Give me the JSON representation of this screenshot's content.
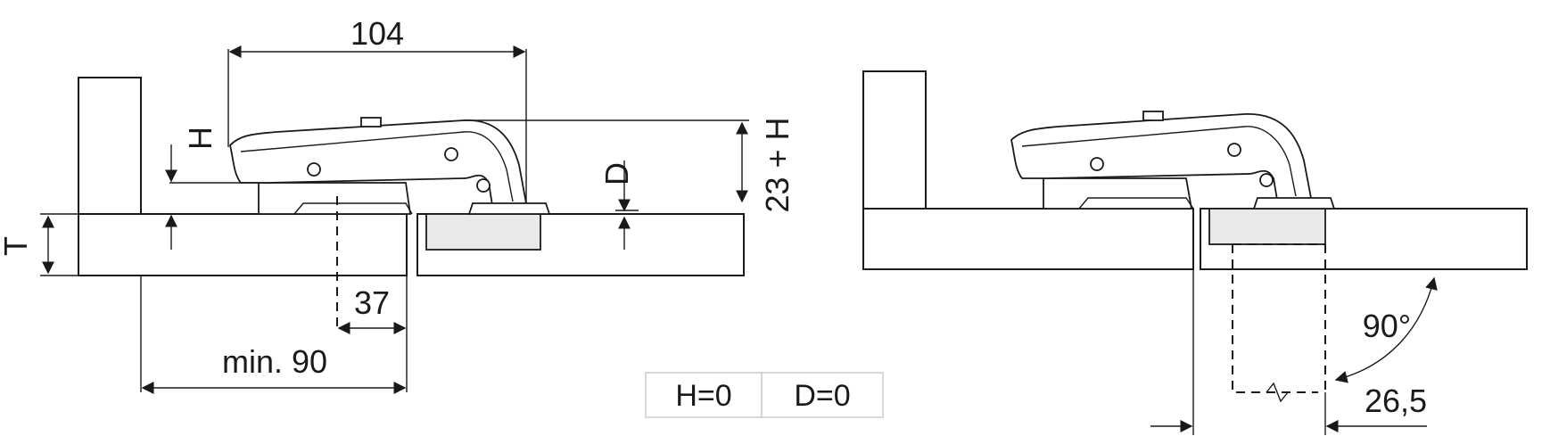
{
  "left_view": {
    "dimension_top": "104",
    "dimension_h": "H",
    "dimension_t": "T",
    "dimension_d": "D",
    "dimension_right": "23 + H",
    "dimension_offset": "37",
    "dimension_bottom": "min. 90"
  },
  "right_view": {
    "angle": "90°",
    "dimension_bottom": "26,5"
  },
  "legend": {
    "cells": [
      "H=0",
      "D=0"
    ]
  }
}
